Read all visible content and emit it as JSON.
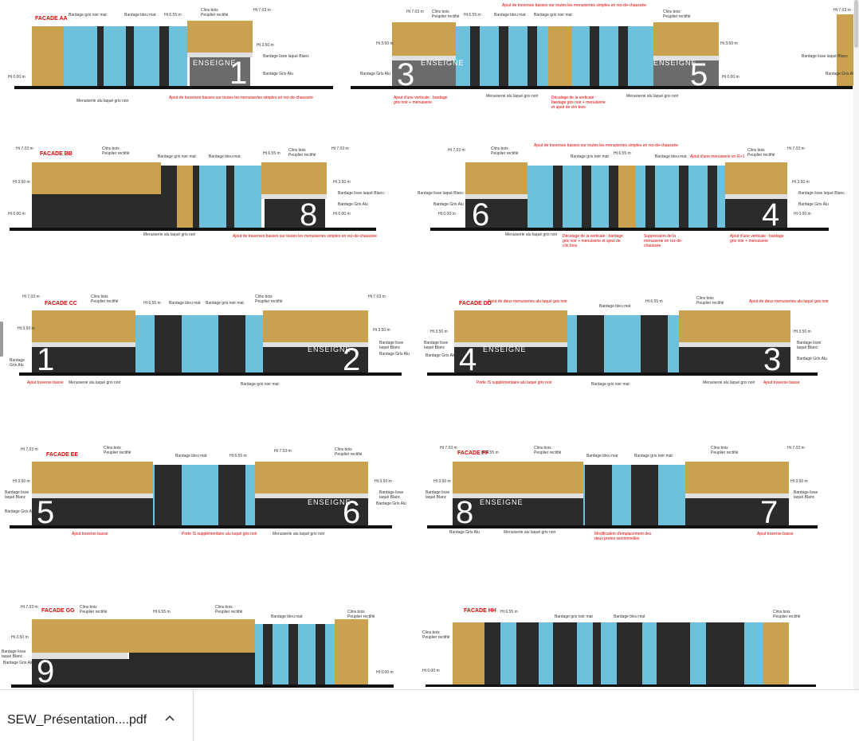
{
  "download": {
    "filename": "SEW_Présentation....pdf"
  },
  "colors": {
    "wood": "#c8a24e",
    "blue": "#6ec1dd",
    "dark": "#2b2b2b",
    "grey": "#6b6b6b",
    "red": "#e00000"
  },
  "labels": {
    "grey_band": "Bardage gris noir mat",
    "blue_band": "Bardage bleu mat",
    "wood": "Clins bois Peuplier rectifié",
    "white_band": "Bardage lisse laqué Blanc",
    "alu": "Bardage Gris Alu",
    "joinery": "Menuiserie alu laqué gris noir",
    "h_ground": "Ht 0.00 m",
    "h_350": "Ht 3.50 m",
    "h_655": "Ht 6.55 m",
    "h_703": "Ht 7.03 m",
    "enseigne": "ENSEIGNE"
  },
  "notes": {
    "traverses": "Ajout de traverses basses sur toutes les menuiseries simples en rez-de-chaussée",
    "verticale_a": "Ajout d'une verticale : bardage gris noir + menuiserie",
    "decalage": "Décalage de la verticale : bardage gris noir + menuiserie et ajout de clin bois",
    "suppression": "Suppression de la menuiserie en rez-de-chaussée",
    "menuiserie_r1": "Ajout d'une menuiserie en R+1",
    "traverse_basse": "Ajout traverse basse",
    "porte_is": "Porte IS supplémentaire alu laqué gris noir",
    "deux_menuiseries": "Ajout de deux menuiseries alu laqué gris noir",
    "modification": "Modification d'emplacement des deux portes sectionnelles"
  },
  "facades": [
    {
      "id": "aa",
      "title": "FACADE AA",
      "numbers": [
        "1"
      ]
    },
    {
      "id": "a2",
      "title": "",
      "numbers": [
        "3",
        "5"
      ]
    },
    {
      "id": "bb",
      "title": "FACADE BB",
      "numbers": [
        "8"
      ]
    },
    {
      "id": "b2",
      "title": "",
      "numbers": [
        "6",
        "4"
      ]
    },
    {
      "id": "cc",
      "title": "FACADE CC",
      "numbers": [
        "1",
        "2"
      ]
    },
    {
      "id": "dd",
      "title": "FACADE DD",
      "numbers": [
        "4",
        "3"
      ]
    },
    {
      "id": "ee",
      "title": "FACADE EE",
      "numbers": [
        "5",
        "6"
      ]
    },
    {
      "id": "ff",
      "title": "FACADE FF",
      "numbers": [
        "8",
        "7"
      ]
    },
    {
      "id": "gg",
      "title": "FACADE GG",
      "numbers": [
        "9"
      ]
    },
    {
      "id": "hh",
      "title": "FACADE HH",
      "numbers": []
    }
  ]
}
